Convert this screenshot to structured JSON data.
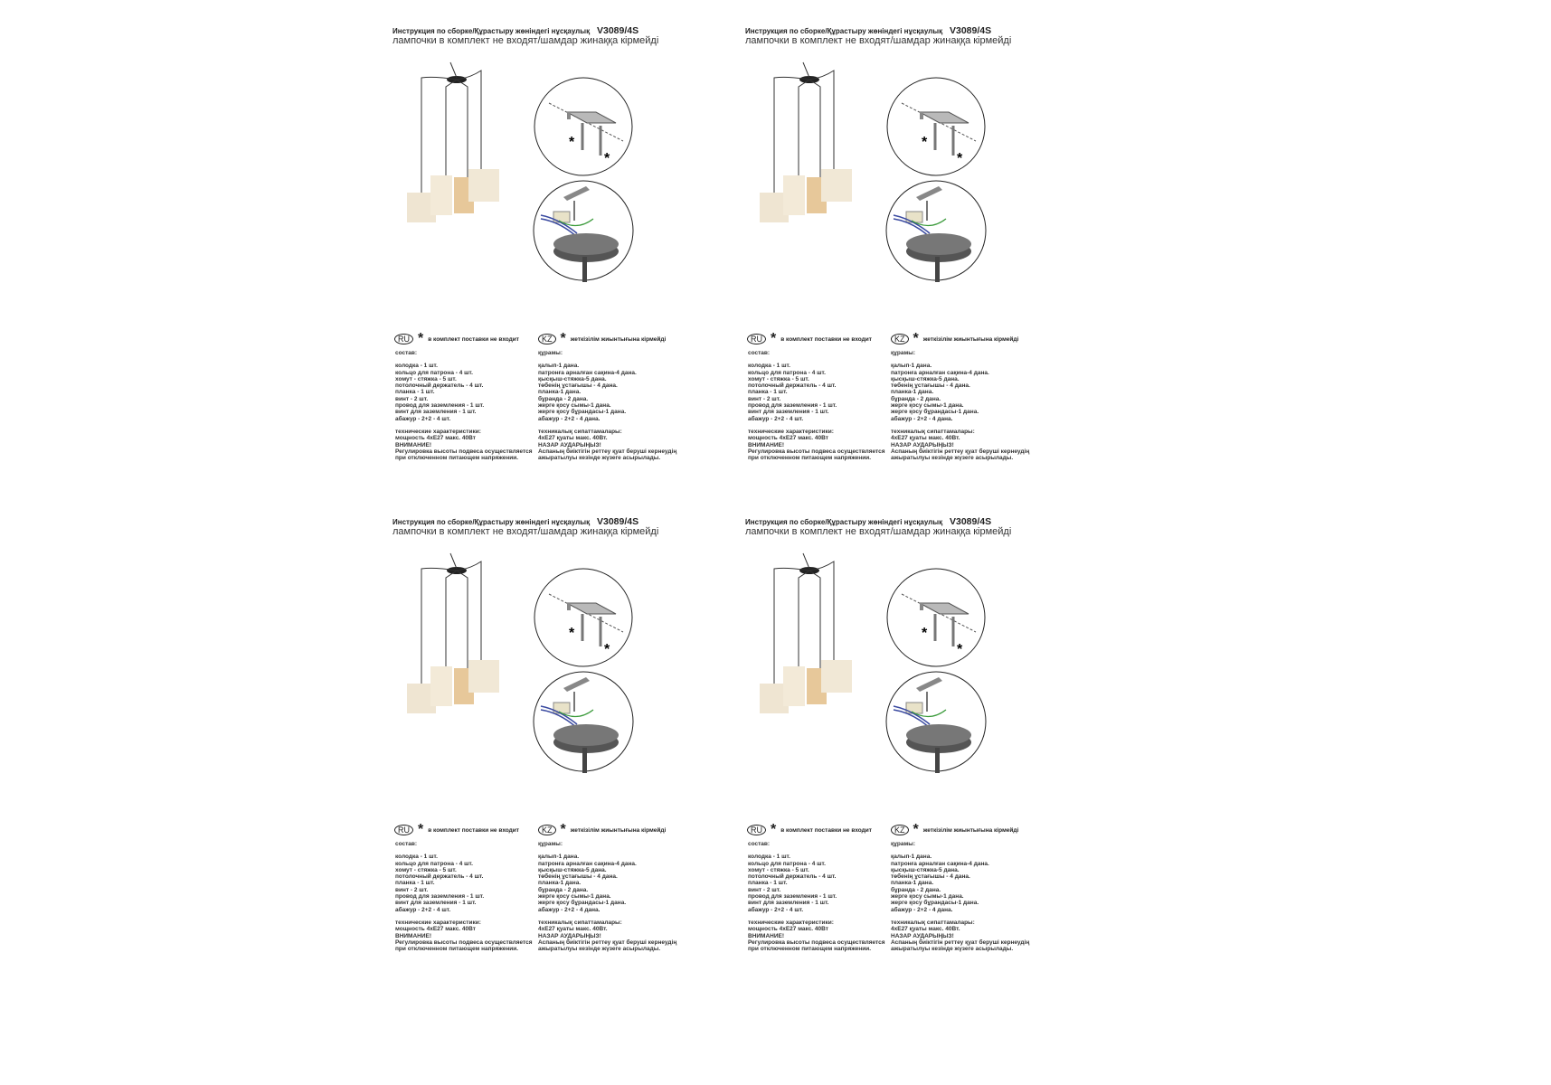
{
  "header": {
    "title": "Инструкция по сборке/Құрастыру жөніндегі нұсқаулық",
    "model": "V3089/4S",
    "subtitle": "лампочки в комплект не входят/шамдар жинаққа кірмейді"
  },
  "ru": {
    "badge": "RU",
    "note": "в комплект поставки не входит",
    "heading": "состав:",
    "items": [
      "колодка - 1 шт.",
      "кольцо для патрона - 4 шт.",
      "хомут - стяжка - 5 шт.",
      "потолочный держатель - 4 шт.",
      "планка - 1 шт.",
      "винт - 2 шт.",
      "провод для заземления - 1 шт.",
      "винт для заземления - 1 шт.",
      "абажур - 2+2 - 4 шт."
    ],
    "tech": [
      "технические характеристики:",
      "мощность 4xE27 макс. 40Вт",
      "ВНИМАНИЕ!",
      "Регулировка высоты подвеса осуществляется",
      "при отключенном питающем напряжении."
    ]
  },
  "kz": {
    "badge": "KZ",
    "note": "жеткізілім жиынтығына кірмейді",
    "heading": "құрамы:",
    "items": [
      "қалып-1 дана.",
      "патронға арналған сақина-4 дана.",
      "қысқыш-стяжка-5 дана.",
      "төбенің ұстағышы - 4 дана.",
      "планка-1 дана.",
      "бұранда - 2 дана.",
      "жерге қосу сымы-1 дана.",
      "жерге қосу бұрандасы-1 дана.",
      "абажур - 2+2 - 4 дана."
    ],
    "tech": [
      "техникалық сипаттамалары:",
      "4xE27 қуаты макс. 40Вт.",
      "НАЗАР АУДАРЫҢЫЗ!",
      "Аспаның биіктігін реттеу қуат беруші кернеудің",
      "ажыратылуы кезінде жүзеге асырылады."
    ]
  },
  "star": "*"
}
